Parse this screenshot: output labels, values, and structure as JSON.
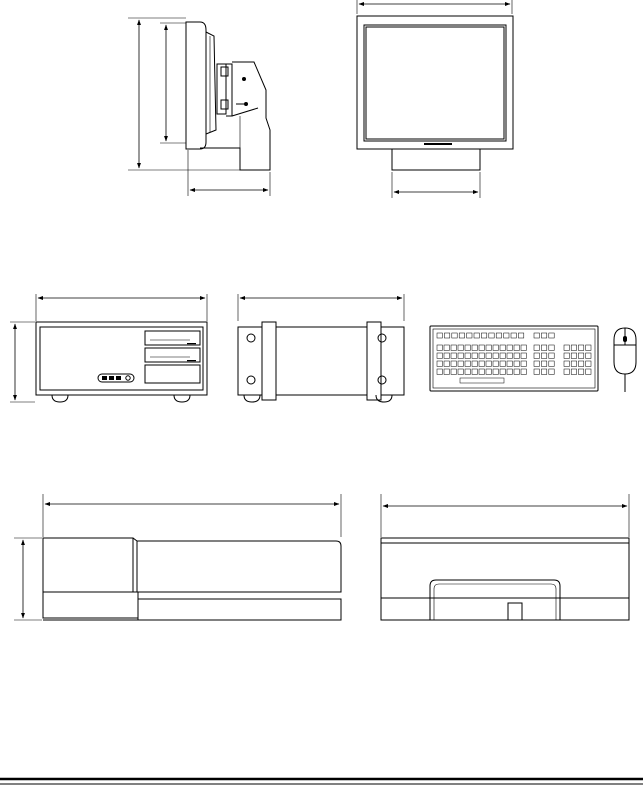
{
  "page": {
    "background": "#ffffff",
    "line_color": "#000000"
  },
  "drawings": [
    {
      "id": "monitor-side-view",
      "icon": "monitor-side-drawing"
    },
    {
      "id": "monitor-front-view",
      "icon": "monitor-front-drawing"
    },
    {
      "id": "computer-front-view",
      "icon": "desktop-unit-front-drawing"
    },
    {
      "id": "computer-side-view",
      "icon": "desktop-unit-side-drawing"
    },
    {
      "id": "keyboard-top-view",
      "icon": "keyboard-drawing"
    },
    {
      "id": "mouse-top-view",
      "icon": "mouse-drawing"
    },
    {
      "id": "desk-front-view",
      "icon": "desk-front-drawing"
    },
    {
      "id": "desk-side-view",
      "icon": "desk-side-drawing"
    }
  ],
  "footer": {
    "rule_count": 2
  }
}
